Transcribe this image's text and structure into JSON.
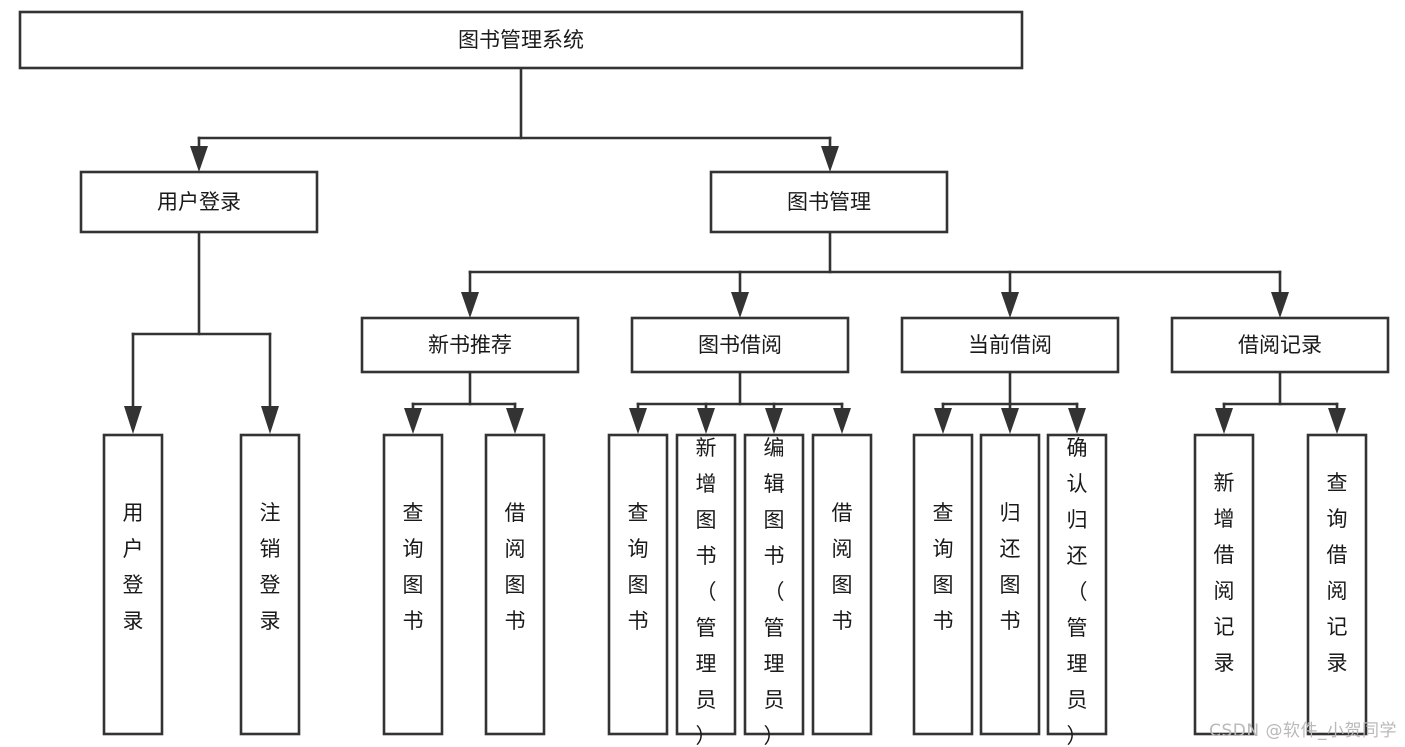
{
  "diagram": {
    "title": "图书管理系统",
    "type": "tree-hierarchy-chart",
    "watermark": "CSDN @软件_小贺同学",
    "colors": {
      "stroke": "#333333",
      "box_fill": "#ffffff",
      "text": "#1a1a1a",
      "background": "#ffffff",
      "watermark": "#b9b9b9"
    },
    "root": {
      "label": "图书管理系统"
    },
    "level2": [
      {
        "label": "用户登录"
      },
      {
        "label": "图书管理"
      }
    ],
    "level3": [
      {
        "label": "新书推荐"
      },
      {
        "label": "图书借阅"
      },
      {
        "label": "当前借阅"
      },
      {
        "label": "借阅记录"
      }
    ],
    "leaves": {
      "user_login": [
        {
          "label": "用户登录"
        },
        {
          "label": "注销登录"
        }
      ],
      "new_book_recommend": [
        {
          "label": "查询图书"
        },
        {
          "label": "借阅图书"
        }
      ],
      "book_borrow": [
        {
          "label": "查询图书"
        },
        {
          "label": "新增图书（管理员）"
        },
        {
          "label": "编辑图书（管理员）"
        },
        {
          "label": "借阅图书"
        }
      ],
      "current_borrow": [
        {
          "label": "查询图书"
        },
        {
          "label": "归还图书"
        },
        {
          "label": "确认归还（管理员）"
        }
      ],
      "borrow_record": [
        {
          "label": "新增借阅记录"
        },
        {
          "label": "查询借阅记录"
        }
      ]
    }
  }
}
